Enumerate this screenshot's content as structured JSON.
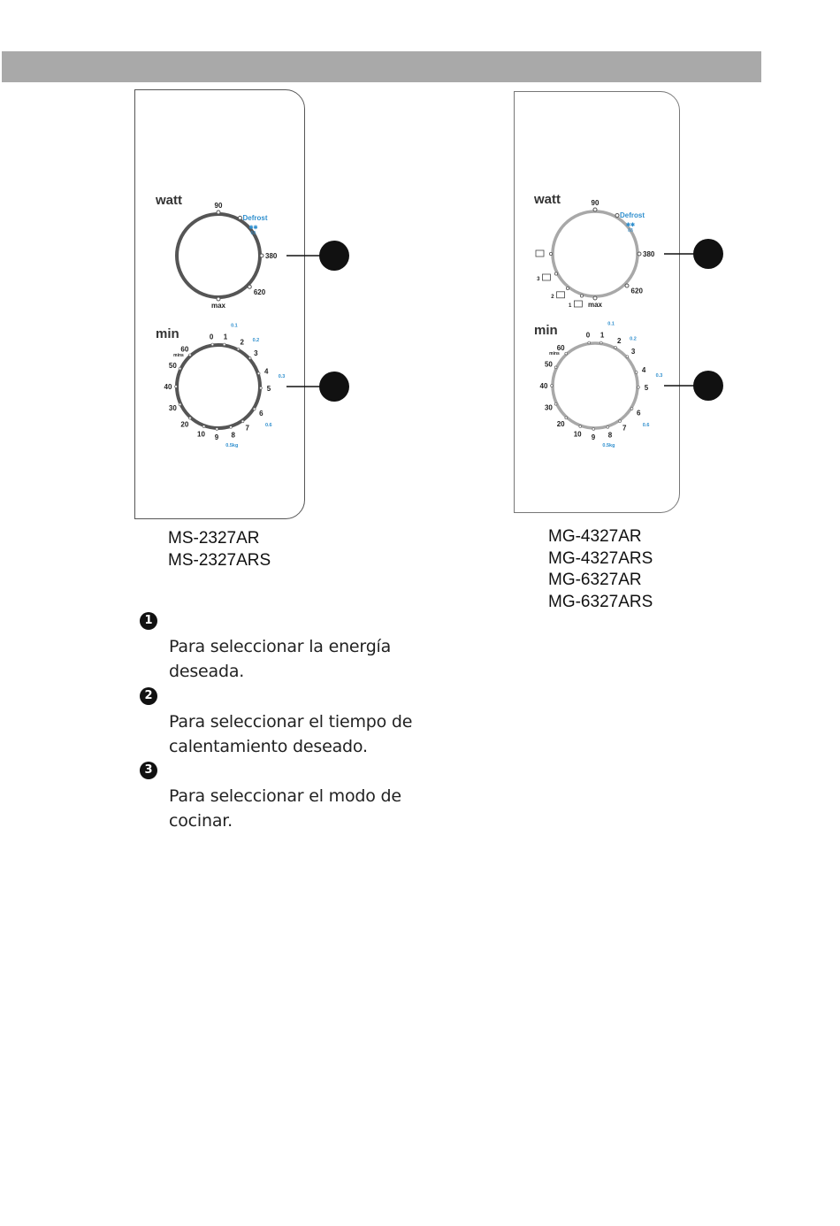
{
  "left_panel": {
    "watt_label": "watt",
    "power_marks": {
      "top": "90",
      "right": "380",
      "lower_right": "620",
      "bottom": "max",
      "defrost": "Defrost"
    },
    "min_label": "min",
    "time_marks": [
      "0",
      "1",
      "2",
      "3",
      "4",
      "5",
      "6",
      "7",
      "8",
      "9",
      "10",
      "20",
      "30",
      "40",
      "50",
      "60"
    ],
    "mins_label": "mins",
    "weight_marks": [
      "0.1",
      "0.2",
      "0.3",
      "0.6",
      "0.5kg"
    ]
  },
  "right_panel": {
    "watt_label": "watt",
    "power_marks": {
      "top": "90",
      "right": "380",
      "lower_right": "620",
      "bottom": "max",
      "defrost": "Defrost"
    },
    "combi_marks": [
      "3",
      "2",
      "1"
    ],
    "min_label": "min",
    "time_marks": [
      "0",
      "1",
      "2",
      "3",
      "4",
      "5",
      "6",
      "7",
      "8",
      "9",
      "10",
      "20",
      "30",
      "40",
      "50",
      "60"
    ],
    "mins_label": "mins",
    "weight_marks": [
      "0.1",
      "0.2",
      "0.3",
      "0.6",
      "0.5kg"
    ]
  },
  "models_left": [
    "MS-2327AR",
    "MS-2327ARS"
  ],
  "models_right": [
    "MG-4327AR",
    "MG-4327ARS",
    "MG-6327AR",
    "MG-6327ARS"
  ],
  "instructions": [
    {
      "number": "1",
      "text": "Para seleccionar la energía deseada."
    },
    {
      "number": "2",
      "text": "Para seleccionar el tiempo de calentamiento deseado."
    },
    {
      "number": "3",
      "text": "Para seleccionar el modo de cocinar."
    }
  ],
  "colors": {
    "header_bar": "#a9a9a9",
    "accent_blue": "#2f8fce",
    "dial_dark": "#555555",
    "dial_light": "#a8a8a8"
  },
  "icons": [
    "snowflake-icon",
    "droplet-icon",
    "grill-icon",
    "combi-icon"
  ]
}
